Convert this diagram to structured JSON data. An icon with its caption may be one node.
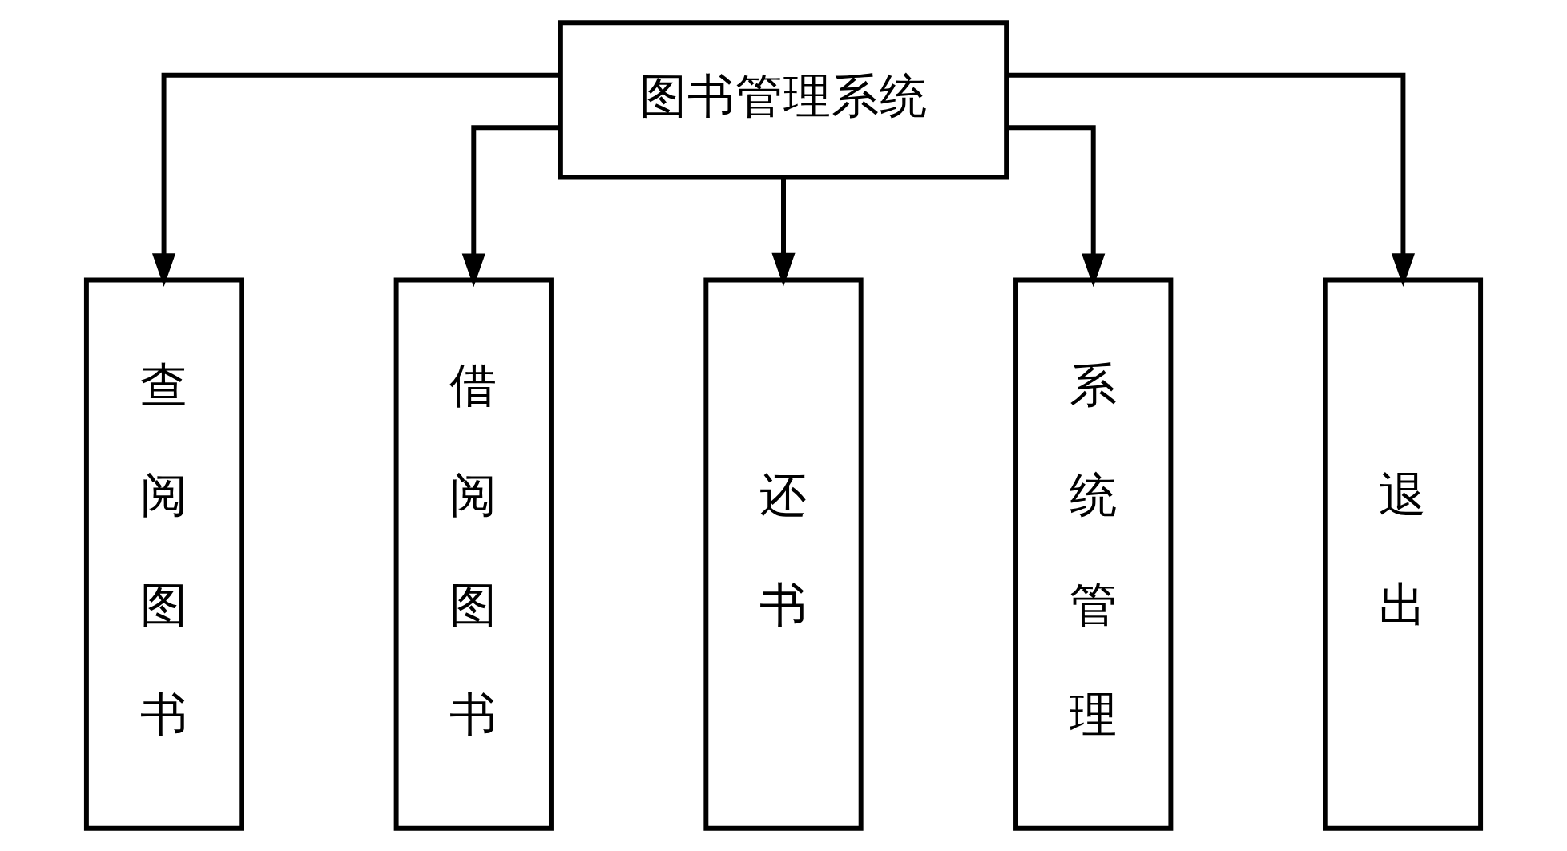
{
  "diagram": {
    "nodes": [
      {
        "text": [
          "图书管理系统"
        ]
      },
      {
        "text": [
          "查阅图书"
        ]
      },
      {
        "text": [
          "借阅图书"
        ]
      },
      {
        "text": [
          "还书"
        ]
      },
      {
        "text": [
          "系统管理"
        ]
      },
      {
        "text": [
          "退出"
        ]
      }
    ],
    "edges": [
      {
        "from": 0,
        "to": 1,
        "arrow": "to"
      },
      {
        "from": 0,
        "to": 2,
        "arrow": "to"
      },
      {
        "from": 0,
        "to": 3,
        "arrow": "to"
      },
      {
        "from": 0,
        "to": 4,
        "arrow": "to"
      },
      {
        "from": 0,
        "to": 5,
        "arrow": "to"
      }
    ]
  }
}
